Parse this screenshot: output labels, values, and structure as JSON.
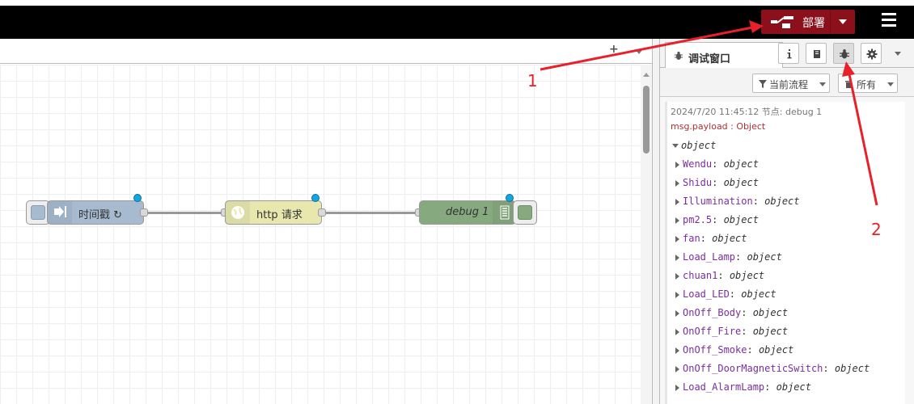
{
  "header": {
    "deploy_label": "部署",
    "deploy_color": "#8c101c"
  },
  "workspace": {
    "toolbar_add": "+",
    "nodes": {
      "inject": {
        "label": "时间戳 ↻",
        "color": "#a6bbcf"
      },
      "http": {
        "label": "http 请求",
        "color": "#e7e7ae"
      },
      "debug": {
        "label": "debug 1",
        "color": "#87a980"
      }
    }
  },
  "sidebar": {
    "active_tab": "调试窗口",
    "tools": [
      "info-icon",
      "book-icon",
      "bug-icon",
      "gear-icon"
    ],
    "filter_flow": "当前流程",
    "filter_all": "所有",
    "message": {
      "meta": "2024/7/20 11:45:12   节点: debug 1",
      "topic": "msg.payload : Object",
      "root": "object",
      "fields": [
        {
          "key": "Wendu",
          "value": "object"
        },
        {
          "key": "Shidu",
          "value": "object"
        },
        {
          "key": "Illumination",
          "value": "object"
        },
        {
          "key": "pm2.5",
          "value": "object"
        },
        {
          "key": "fan",
          "value": "object"
        },
        {
          "key": "Load_Lamp",
          "value": "object"
        },
        {
          "key": "chuan1",
          "value": "object"
        },
        {
          "key": "Load_LED",
          "value": "object"
        },
        {
          "key": "OnOff_Body",
          "value": "object"
        },
        {
          "key": "OnOff_Fire",
          "value": "object"
        },
        {
          "key": "OnOff_Smoke",
          "value": "object"
        },
        {
          "key": "OnOff_DoorMagneticSwitch",
          "value": "object"
        },
        {
          "key": "Load_AlarmLamp",
          "value": "object"
        }
      ]
    }
  },
  "annotations": {
    "label_1": "1",
    "label_2": "2",
    "color": "#e8202a"
  }
}
